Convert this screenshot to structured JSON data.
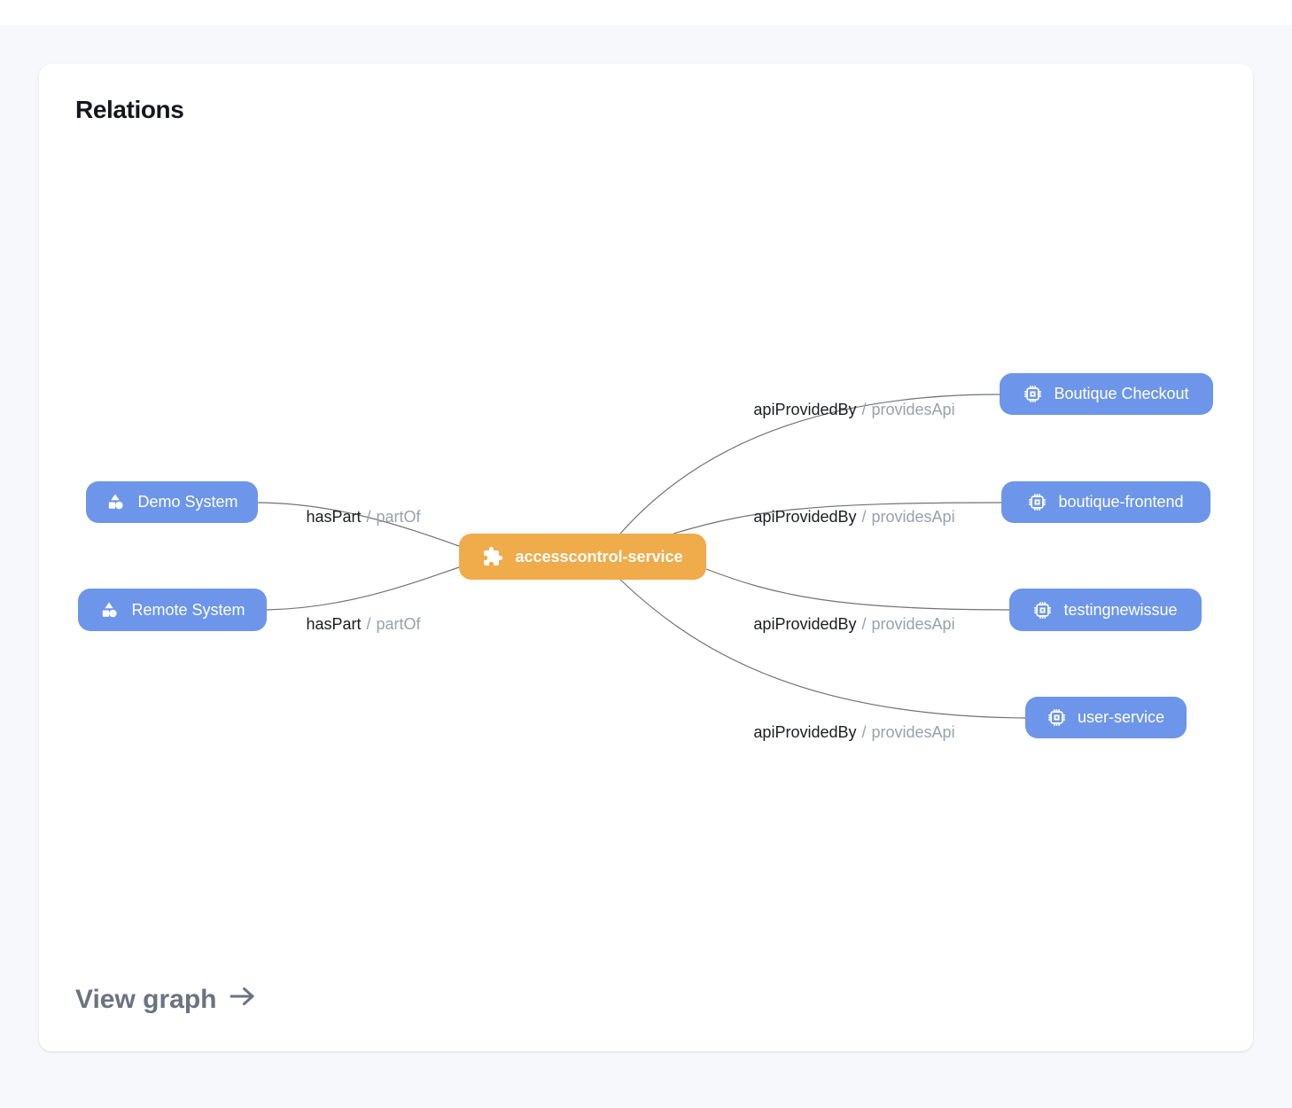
{
  "page": {
    "background_color": "#f6f8fb"
  },
  "card": {
    "title": "Relations",
    "footer_link": {
      "label": "View graph",
      "icon": "arrow-right-icon"
    }
  },
  "graph": {
    "node_colors": {
      "service": "#f0ab4a",
      "related": "#6d96ea"
    },
    "edge_color": "#6f7377",
    "nodes": {
      "center": {
        "label": "accesscontrol-service",
        "icon": "puzzle-icon"
      },
      "demo_system": {
        "label": "Demo System",
        "icon": "shapes-icon"
      },
      "remote_system": {
        "label": "Remote System",
        "icon": "shapes-icon"
      },
      "boutique_checkout": {
        "label": "Boutique Checkout",
        "icon": "cpu-icon"
      },
      "boutique_frontend": {
        "label": "boutique-frontend",
        "icon": "cpu-icon"
      },
      "testingnewissue": {
        "label": "testingnewissue",
        "icon": "cpu-icon"
      },
      "user_service": {
        "label": "user-service",
        "icon": "cpu-icon"
      }
    },
    "edges": [
      {
        "from": "Demo System",
        "to": "accesscontrol-service",
        "relation": "hasPart",
        "separator": "/",
        "inverse": "partOf"
      },
      {
        "from": "Remote System",
        "to": "accesscontrol-service",
        "relation": "hasPart",
        "separator": "/",
        "inverse": "partOf"
      },
      {
        "from": "accesscontrol-service",
        "to": "Boutique Checkout",
        "relation": "apiProvidedBy",
        "separator": "/",
        "inverse": "providesApi"
      },
      {
        "from": "accesscontrol-service",
        "to": "boutique-frontend",
        "relation": "apiProvidedBy",
        "separator": "/",
        "inverse": "providesApi"
      },
      {
        "from": "accesscontrol-service",
        "to": "testingnewissue",
        "relation": "apiProvidedBy",
        "separator": "/",
        "inverse": "providesApi"
      },
      {
        "from": "accesscontrol-service",
        "to": "user-service",
        "relation": "apiProvidedBy",
        "separator": "/",
        "inverse": "providesApi"
      }
    ]
  }
}
